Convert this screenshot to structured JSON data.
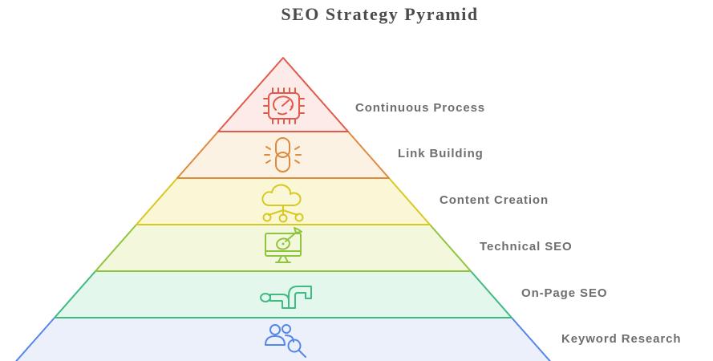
{
  "title": "SEO Strategy Pyramid",
  "colors": {
    "background": "#FFFFFF",
    "title_text": "#4B4B4B",
    "label_text": "#6E6E6E"
  },
  "pyramid": {
    "levels": [
      {
        "label": "Continuous Process",
        "icon": "cpu-gauge-icon",
        "color": "#E15B4D",
        "fill": "#FCEBE9"
      },
      {
        "label": "Link Building",
        "icon": "chain-link-icon",
        "color": "#E08A3C",
        "fill": "#FCF2E3"
      },
      {
        "label": "Content Creation",
        "icon": "cloud-network-icon",
        "color": "#D8C922",
        "fill": "#FAF7D7"
      },
      {
        "label": "Technical SEO",
        "icon": "monitor-target-icon",
        "color": "#90C43E",
        "fill": "#F3F7DB"
      },
      {
        "label": "On-Page SEO",
        "icon": "flow-arrows-icon",
        "color": "#3FBA80",
        "fill": "#E3F7ED"
      },
      {
        "label": "Keyword Research",
        "icon": "users-search-icon",
        "color": "#5586E8",
        "fill": "#EBF0FB"
      }
    ]
  }
}
